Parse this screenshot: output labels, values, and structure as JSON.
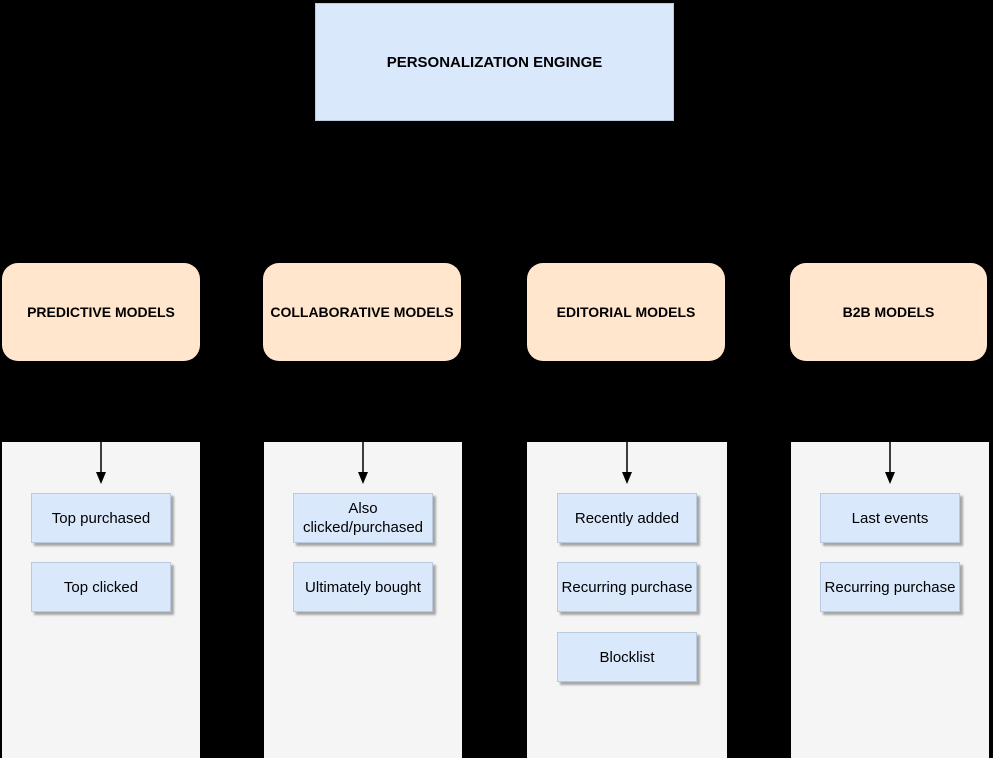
{
  "engine": {
    "label": "PERSONALIZATION ENGINGE"
  },
  "columns": [
    {
      "heading": "PREDICTIVE MODELS",
      "items": [
        "Top purchased",
        "Top clicked"
      ]
    },
    {
      "heading": "COLLABORATIVE MODELS",
      "items": [
        "Also clicked/purchased",
        "Ultimately bought"
      ]
    },
    {
      "heading": "EDITORIAL MODELS",
      "items": [
        "Recently added",
        "Recurring purchase",
        "Blocklist"
      ]
    },
    {
      "heading": "B2B MODELS",
      "items": [
        "Last events",
        "Recurring purchase"
      ]
    }
  ],
  "colors": {
    "background": "#000000",
    "engine_fill": "#dae8fc",
    "model_fill": "#ffe6cc",
    "panel_fill": "#f5f5f5",
    "item_fill": "#dae8fc",
    "item_border": "#b9c9de",
    "arrow": "#000000",
    "shadow": "#b0b0b0"
  }
}
